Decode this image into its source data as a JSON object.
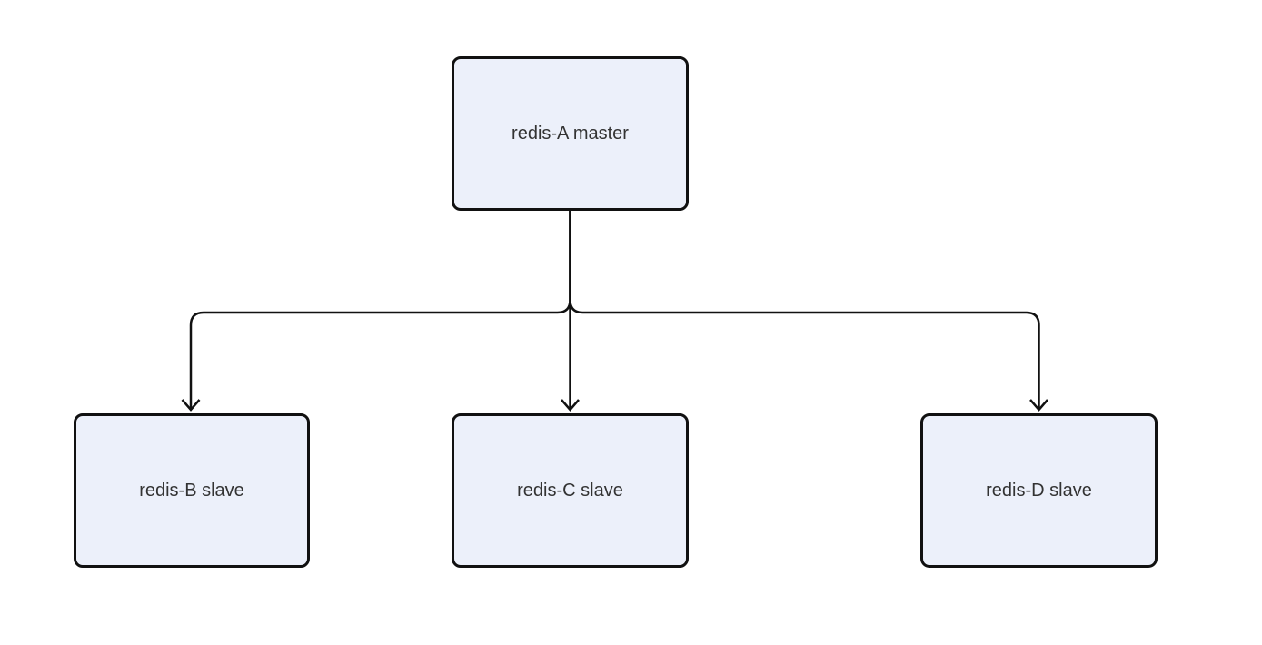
{
  "diagram": {
    "type": "flowchart",
    "direction": "top-down",
    "nodes": [
      {
        "id": "A",
        "label": "redis-A master",
        "role": "master"
      },
      {
        "id": "B",
        "label": "redis-B slave",
        "role": "slave"
      },
      {
        "id": "C",
        "label": "redis-C slave",
        "role": "slave"
      },
      {
        "id": "D",
        "label": "redis-D slave",
        "role": "slave"
      }
    ],
    "edges": [
      {
        "from": "A",
        "to": "B",
        "arrow": "chevron"
      },
      {
        "from": "A",
        "to": "C",
        "arrow": "chevron"
      },
      {
        "from": "A",
        "to": "D",
        "arrow": "chevron"
      }
    ],
    "colors": {
      "background": "#FFFFFF",
      "node_fill": "#ECF0FA",
      "node_border": "#111111",
      "edge": "#111111",
      "text": "#333333"
    }
  }
}
